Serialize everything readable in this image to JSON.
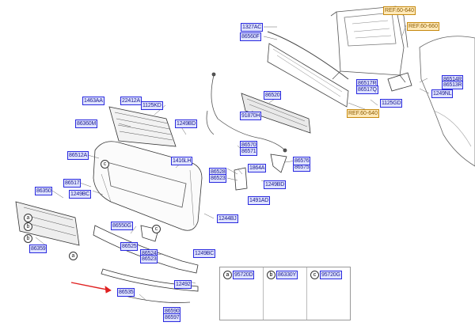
{
  "parts": [
    "1327AC",
    "86560F",
    "22412A",
    "1463AA",
    "1125KD",
    "86360M",
    "1249BD",
    "86520",
    "91870H",
    "86517R",
    "86517Q",
    "1125GD",
    "86514R",
    "86513R",
    "1249NL",
    "86512A",
    "1416LH",
    "86528",
    "86523",
    "86570",
    "86571",
    "86575",
    "86576",
    "1864A",
    "1249BD",
    "86517",
    "86350",
    "1249BC",
    "1491AD",
    "1244BJ",
    "86550G",
    "86525",
    "86524",
    "86523",
    "86359",
    "1249BC",
    "12492",
    "86535",
    "86590",
    "86597",
    "95720D",
    "86330Y",
    "95720G"
  ],
  "refs": [
    "REF.60-640",
    "REF.60-660",
    "REF.60-640"
  ],
  "callouts": [
    "a",
    "b",
    "c",
    "c",
    "b",
    "a"
  ],
  "legend": [
    {
      "letter": "a",
      "code": "95720D"
    },
    {
      "letter": "b",
      "code": "86330Y"
    },
    {
      "letter": "c",
      "code": "95720G"
    }
  ]
}
